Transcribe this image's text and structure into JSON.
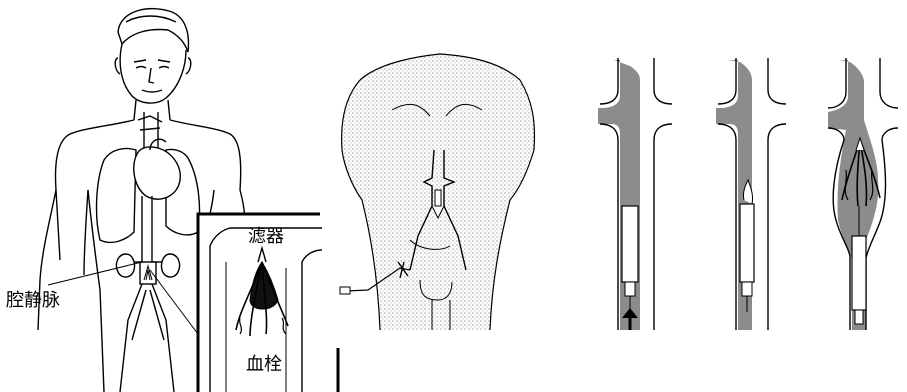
{
  "labels": {
    "vena_cava": "腔静脉",
    "filter": "滤器",
    "thrombus": "血栓"
  },
  "colors": {
    "line": "#000000",
    "vessel_shade": "#8c8c8c",
    "body_shade": "#d9d9d9",
    "background": "#ffffff"
  }
}
